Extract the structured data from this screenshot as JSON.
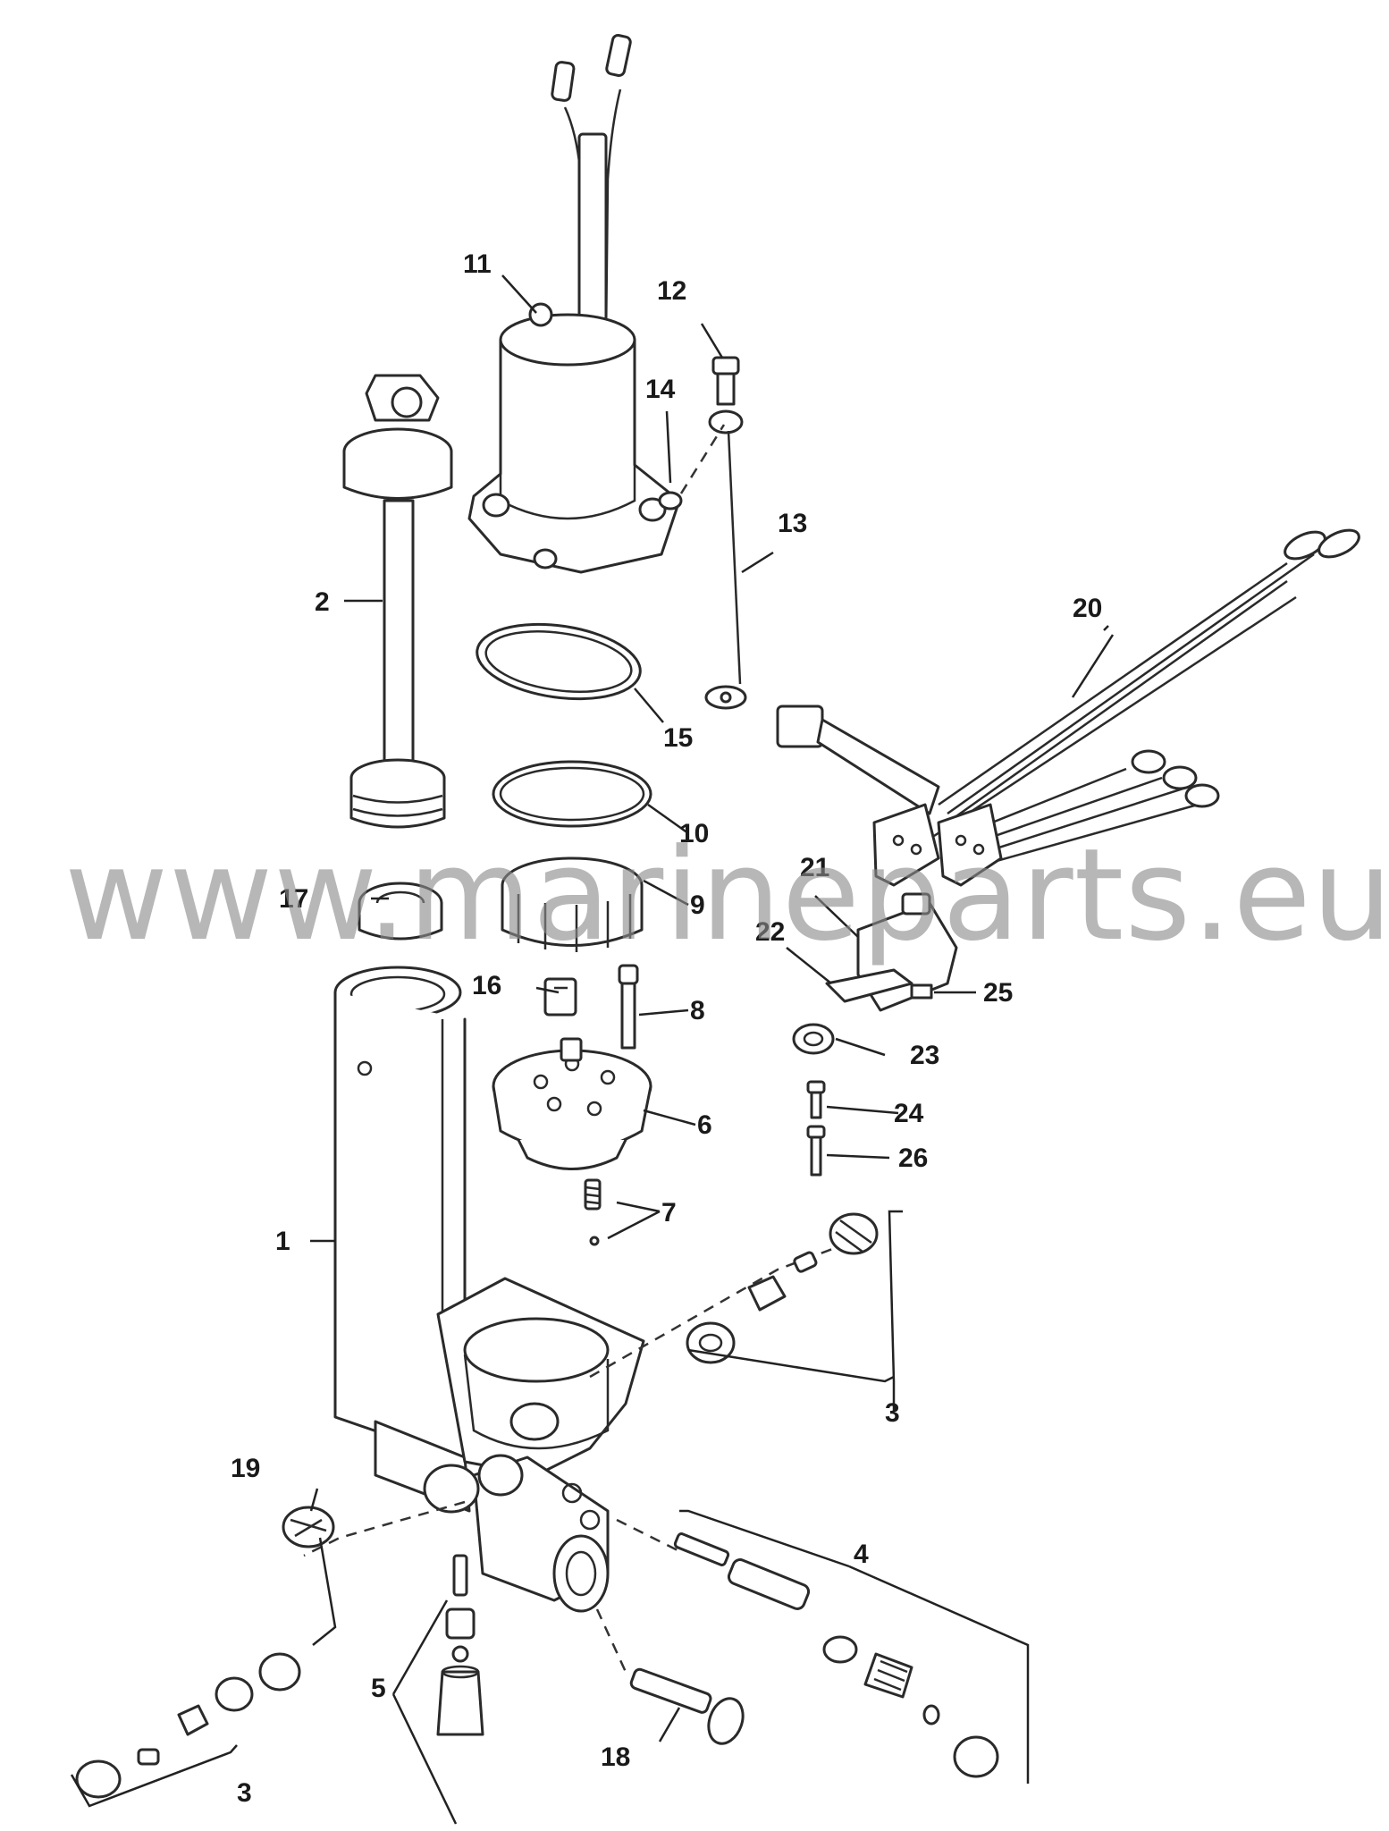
{
  "watermark": "www.marineparts.eu",
  "callouts": [
    "1",
    "2",
    "3",
    "3",
    "3",
    "4",
    "5",
    "6",
    "7",
    "8",
    "9",
    "10",
    "11",
    "12",
    "13",
    "14",
    "15",
    "16",
    "17",
    "18",
    "19",
    "20",
    "21",
    "22",
    "23",
    "24",
    "25",
    "26"
  ],
  "colors": {
    "line": "#2a2a2a",
    "watermark": "#8a8a8a",
    "background": "#ffffff"
  }
}
